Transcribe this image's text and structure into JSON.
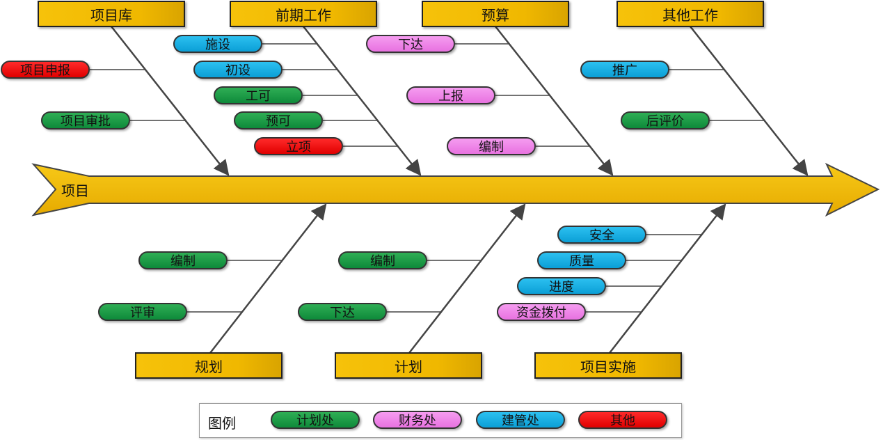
{
  "spine": {
    "label": "项目"
  },
  "colors": {
    "green": "#0e8a3a",
    "pink": "#e872e0",
    "blue": "#0b9fd6",
    "red": "#e00000",
    "spine": "#f0b800"
  },
  "categories": {
    "top": [
      "项目库",
      "前期工作",
      "预算",
      "其他工作"
    ],
    "bottom": [
      "规划",
      "计划",
      "项目实施"
    ]
  },
  "items": {
    "xiangmuku": [
      {
        "label": "项目申报",
        "color": "red"
      },
      {
        "label": "项目审批",
        "color": "green"
      }
    ],
    "qianqi": [
      {
        "label": "施设",
        "color": "blue"
      },
      {
        "label": "初设",
        "color": "blue"
      },
      {
        "label": "工可",
        "color": "green"
      },
      {
        "label": "预可",
        "color": "green"
      },
      {
        "label": "立项",
        "color": "red"
      }
    ],
    "yusuan": [
      {
        "label": "下达",
        "color": "pink"
      },
      {
        "label": "上报",
        "color": "pink"
      },
      {
        "label": "编制",
        "color": "pink"
      }
    ],
    "qita": [
      {
        "label": "推广",
        "color": "blue"
      },
      {
        "label": "后评价",
        "color": "green"
      }
    ],
    "guihua": [
      {
        "label": "编制",
        "color": "green"
      },
      {
        "label": "评审",
        "color": "green"
      }
    ],
    "jihua": [
      {
        "label": "编制",
        "color": "green"
      },
      {
        "label": "下达",
        "color": "green"
      }
    ],
    "shishi": [
      {
        "label": "安全",
        "color": "blue"
      },
      {
        "label": "质量",
        "color": "blue"
      },
      {
        "label": "进度",
        "color": "blue"
      },
      {
        "label": "资金拨付",
        "color": "pink"
      }
    ]
  },
  "legend": {
    "title": "图例",
    "entries": [
      {
        "label": "计划处",
        "color": "green"
      },
      {
        "label": "财务处",
        "color": "pink"
      },
      {
        "label": "建管处",
        "color": "blue"
      },
      {
        "label": "其他",
        "color": "red"
      }
    ]
  }
}
